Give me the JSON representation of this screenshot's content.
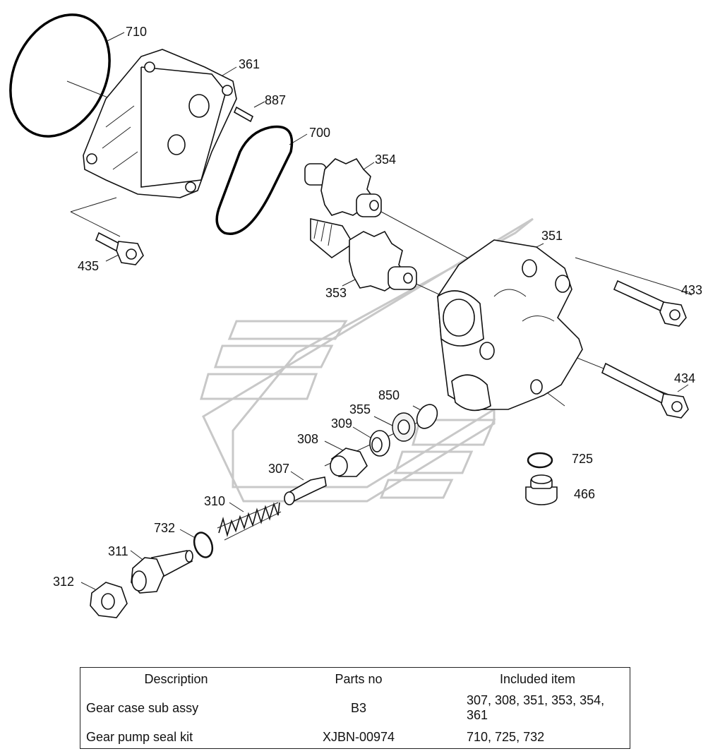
{
  "callouts": [
    "710",
    "361",
    "887",
    "700",
    "354",
    "435",
    "351",
    "433",
    "353",
    "434",
    "850",
    "355",
    "309",
    "308",
    "307",
    "725",
    "466",
    "310",
    "732",
    "311",
    "312"
  ],
  "table": {
    "headers": [
      "Description",
      "Parts no",
      "Included item"
    ],
    "rows": [
      [
        "Gear case sub assy",
        "B3",
        "307, 308, 351, 353, 354, 361"
      ],
      [
        "Gear pump seal kit",
        "XJBN-00974",
        "710, 725, 732"
      ]
    ]
  }
}
